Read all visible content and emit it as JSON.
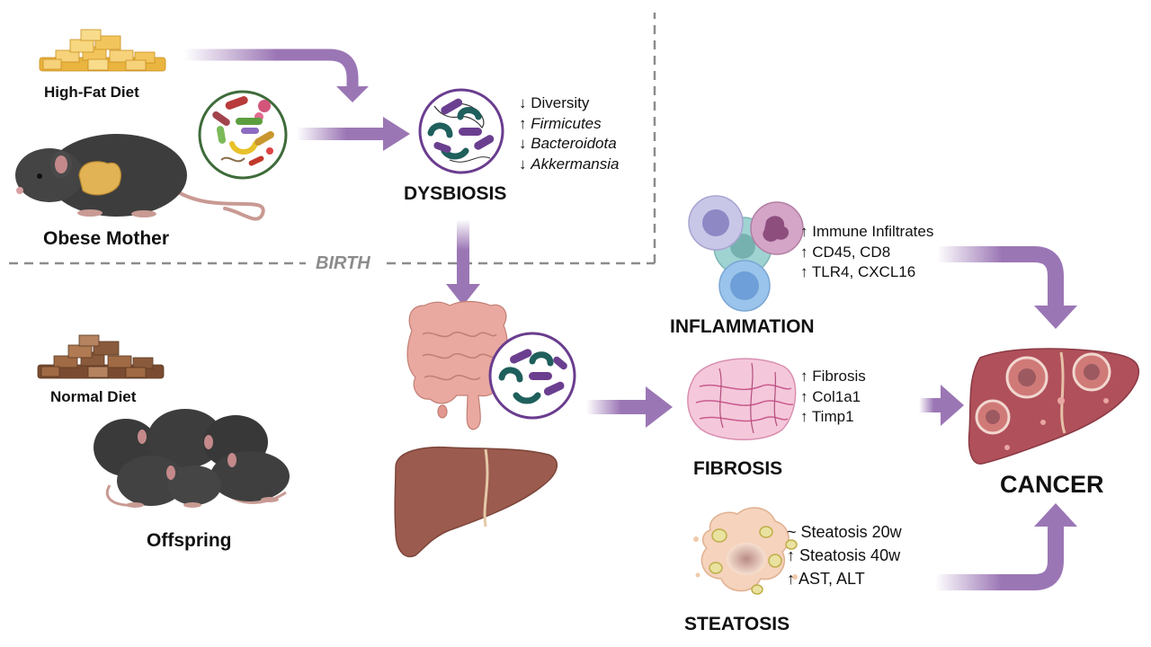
{
  "labels": {
    "high_fat_diet": "High-Fat Diet",
    "obese_mother": "Obese Mother",
    "dysbiosis": "DYSBIOSIS",
    "birth": "BIRTH",
    "normal_diet": "Normal Diet",
    "offspring": "Offspring",
    "inflammation": "INFLAMMATION",
    "fibrosis": "FIBROSIS",
    "steatosis": "STEATOSIS",
    "cancer": "CANCER"
  },
  "dysbiosis_markers": [
    {
      "arrow": "↓",
      "text": "Diversity",
      "italic": false
    },
    {
      "arrow": "↑",
      "text": "Firmicutes",
      "italic": true
    },
    {
      "arrow": "↓",
      "text": "Bacteroidota",
      "italic": true
    },
    {
      "arrow": "↓",
      "text": "Akkermansia",
      "italic": true
    }
  ],
  "inflammation_markers": [
    {
      "arrow": "↑",
      "text": "Immune Infiltrates"
    },
    {
      "arrow": "↑",
      "text": "CD45, CD8"
    },
    {
      "arrow": "↑",
      "text": "TLR4, CXCL16"
    }
  ],
  "fibrosis_markers": [
    {
      "arrow": "↑",
      "text": "Fibrosis"
    },
    {
      "arrow": "↑",
      "text": "Col1a1"
    },
    {
      "arrow": "↑",
      "text": "Timp1"
    }
  ],
  "steatosis_markers": [
    {
      "arrow": "~",
      "text": "Steatosis 20w"
    },
    {
      "arrow": "↑",
      "text": "Steatosis 40w"
    },
    {
      "arrow": "↑",
      "text": "AST, ALT"
    }
  ],
  "colors": {
    "arrow_purple": "#9b76b5",
    "divider_gray": "#8c8c8c",
    "mouse_dark": "#3d3d3d",
    "liver_brown": "#9b5b4e",
    "intestine_pink": "#e9a9a0",
    "circle_purple": "#6a3d8f",
    "bacteria_teal": "#1f5f5c",
    "bacteria_purple": "#6b3f8f",
    "food_yellow": "#f1c45a",
    "food_brown": "#8a5a3c",
    "fibrosis_pink": "#e7a6c3",
    "steatosis_peach": "#f5d3bd",
    "cancer_red": "#b0505a"
  },
  "icons": [
    "high-fat-food-icon",
    "normal-food-icon",
    "obese-mouse-icon",
    "offspring-mice-icon",
    "microbiota-icon",
    "dysbiosis-bacteria-icon",
    "intestine-icon",
    "gut-bacteria-icon",
    "liver-icon",
    "immune-cells-icon",
    "fibrosis-tissue-icon",
    "steatosis-cell-icon",
    "cancer-liver-icon"
  ]
}
